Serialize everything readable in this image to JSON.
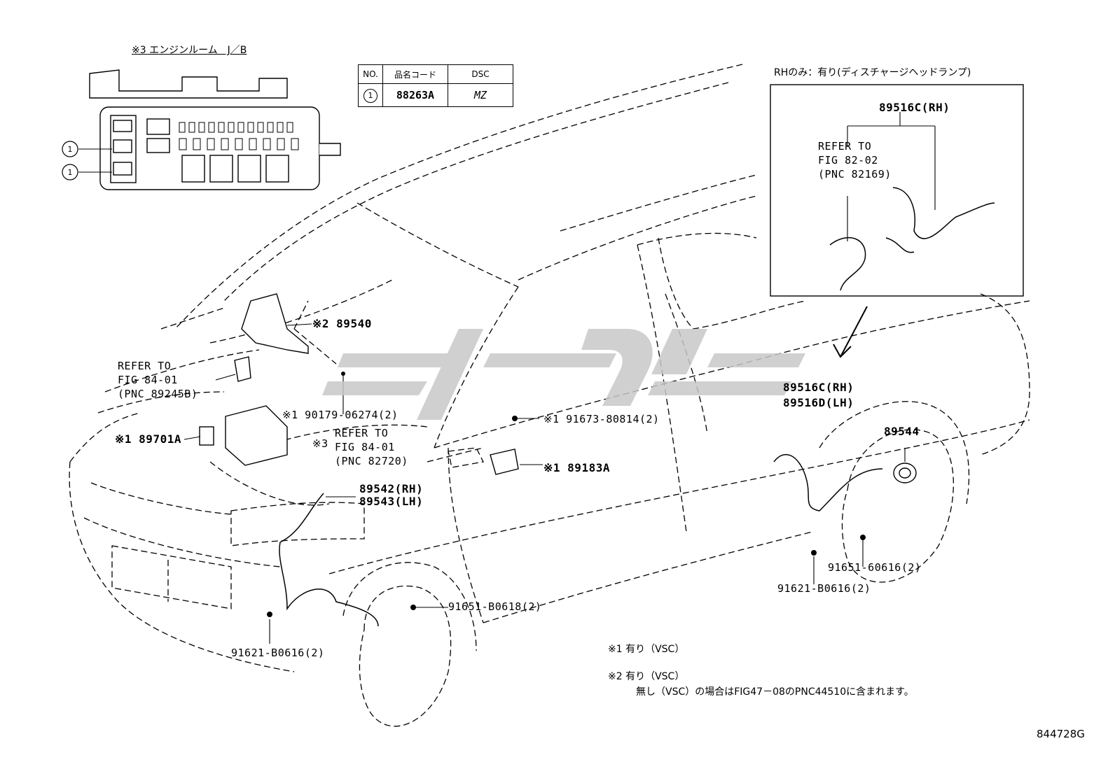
{
  "junction_block": {
    "title": "※3 エンジンルーム　J／B",
    "callouts": [
      "1",
      "1"
    ]
  },
  "part_table": {
    "headers": [
      "NO.",
      "品名コード",
      "DSC"
    ],
    "rows": [
      {
        "no": "1",
        "code": "88263A",
        "dsc": "MZ"
      }
    ]
  },
  "inset": {
    "caption": "RHのみ：有り(ディスチャージヘッドランプ)",
    "part": "89516C(RH)",
    "refer": [
      "REFER TO",
      "FIG 82-02",
      "(PNC 82169)"
    ]
  },
  "parts": {
    "p89540": "※2 89540",
    "refer_89245b": [
      "REFER TO",
      "FIG 84-01",
      "(PNC 89245B)"
    ],
    "p90179": "※1 90179-06274(2)",
    "p89701a": "※1 89701A",
    "refer_82720": [
      "REFER TO",
      "FIG 84-01",
      "(PNC 82720)"
    ],
    "mark3": "※3",
    "p89542": "89542(RH)",
    "p89543": "89543(LH)",
    "p91673": "※1 91673-80814(2)",
    "p89183a": "※1 89183A",
    "p89516c": "89516C(RH)",
    "p89516d": "89516D(LH)",
    "p89544": "89544",
    "p91651_60616": "91651-60616(2)",
    "p91621_b0616_r": "91621-B0616(2)",
    "p91651_b0618": "91651-B0618(2)",
    "p91621_b0616_l": "91621-B0616(2)"
  },
  "notes": {
    "n1": "※1 有り（VSC）",
    "n2a": "※2 有り（VSC）",
    "n2b": "無し（VSC）の場合はFIG47－08のPNC44510に含まれます。"
  },
  "figure_id": "844728G"
}
